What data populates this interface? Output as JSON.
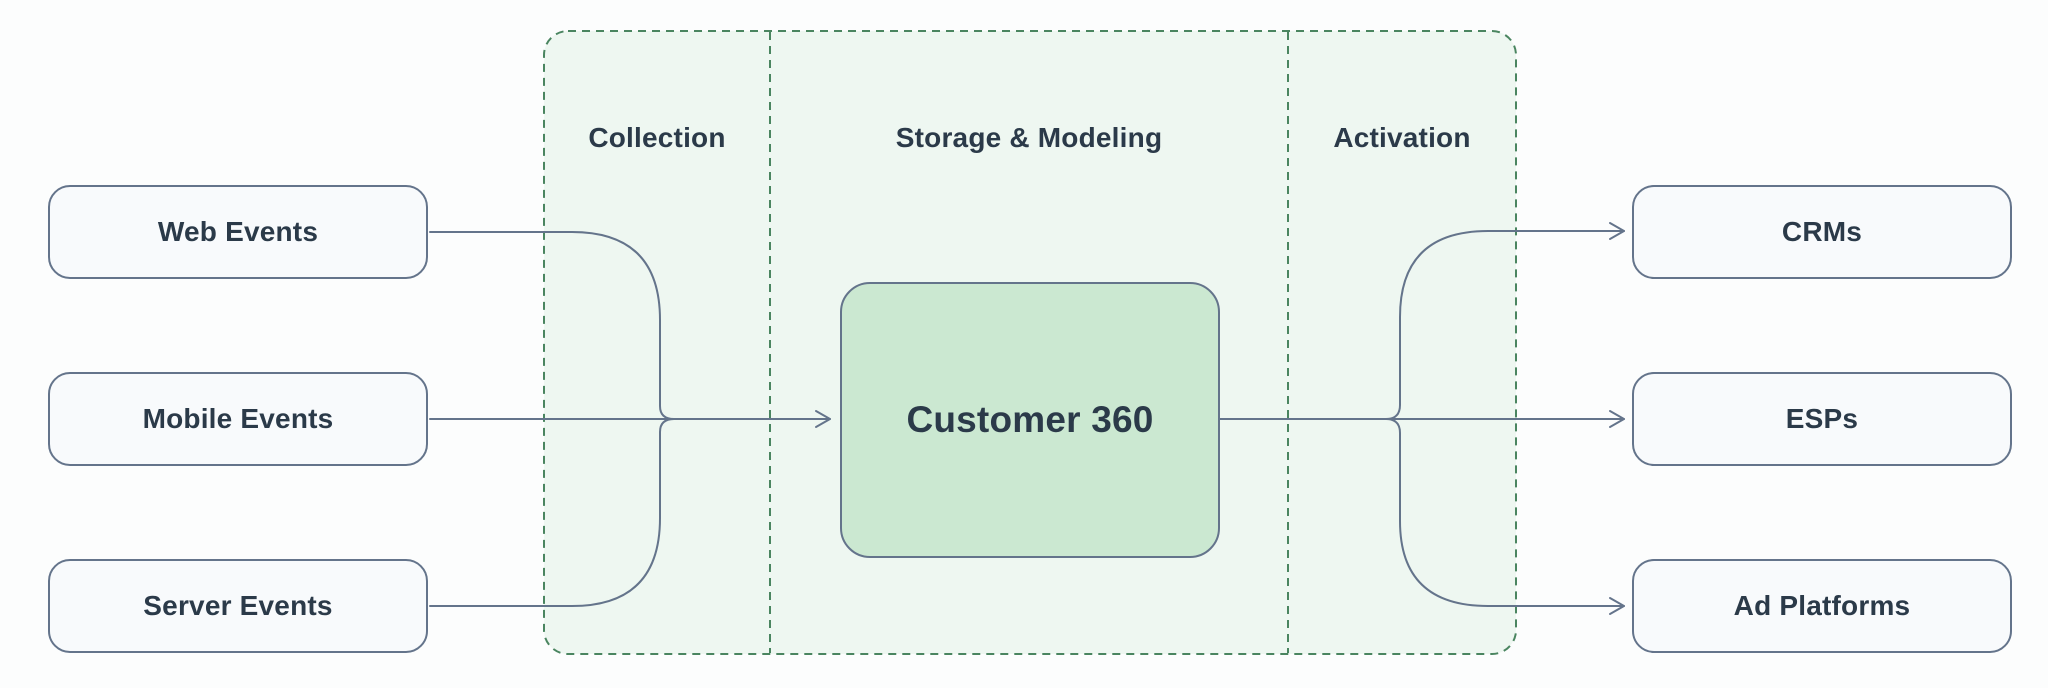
{
  "diagram": {
    "title_hidden": "",
    "zones": [
      {
        "id": "collection",
        "label": "Collection"
      },
      {
        "id": "storage_modeling",
        "label": "Storage & Modeling"
      },
      {
        "id": "activation",
        "label": "Activation"
      }
    ],
    "sources": [
      {
        "id": "web-events",
        "label": "Web Events"
      },
      {
        "id": "mobile-events",
        "label": "Mobile Events"
      },
      {
        "id": "server-events",
        "label": "Server Events"
      }
    ],
    "hub": {
      "id": "customer-360",
      "label": "Customer 360"
    },
    "destinations": [
      {
        "id": "crms",
        "label": "CRMs"
      },
      {
        "id": "esps",
        "label": "ESPs"
      },
      {
        "id": "ad-platforms",
        "label": "Ad Platforms"
      }
    ],
    "edges": [
      {
        "from": "Web Events",
        "to": "Customer 360"
      },
      {
        "from": "Mobile Events",
        "to": "Customer 360"
      },
      {
        "from": "Server Events",
        "to": "Customer 360"
      },
      {
        "from": "Customer 360",
        "to": "CRMs"
      },
      {
        "from": "Customer 360",
        "to": "ESPs"
      },
      {
        "from": "Customer 360",
        "to": "Ad Platforms"
      }
    ]
  },
  "colors": {
    "canvas_bg": "#fcfdfd",
    "zone_fill": "#eef7f1",
    "zone_border": "#4a8560",
    "node_fill": "#f8fafc",
    "node_border": "#64748b",
    "hub_fill": "#cbe8d1",
    "hub_border": "#64748b",
    "connector": "#64748b",
    "text": "#2b3a49"
  }
}
